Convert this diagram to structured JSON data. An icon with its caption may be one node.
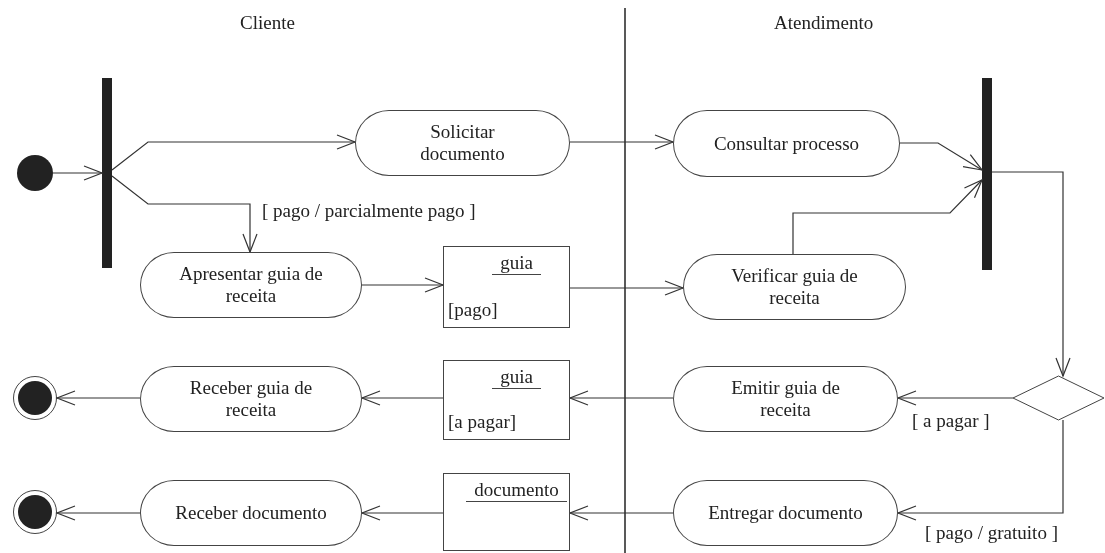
{
  "diagram": {
    "nodes": [
      {
        "text": [],
        "shape": "circle"
      },
      {
        "text": [],
        "shape": "bar"
      },
      {
        "text": [
          "Solicitar documento"
        ]
      },
      {
        "text": [
          "Apresentar guia de receita"
        ]
      },
      {
        "text": [
          "guia",
          "[pago]"
        ]
      },
      {
        "text": [
          "Consultar processo"
        ]
      },
      {
        "text": [
          "Verificar guia de receita"
        ]
      },
      {
        "text": [],
        "shape": "bar"
      },
      {
        "text": [],
        "shape": "diamond"
      },
      {
        "text": [
          "Receber guia de receita"
        ]
      },
      {
        "text": [
          "guia",
          "[a pagar]"
        ]
      },
      {
        "text": [
          "Emitir guia de receita"
        ]
      },
      {
        "text": [],
        "shape": "bullseye"
      },
      {
        "text": [
          "Receber documento"
        ]
      },
      {
        "text": [
          "documento"
        ]
      },
      {
        "text": [
          "Entregar documento"
        ]
      },
      {
        "text": [],
        "shape": "bullseye"
      }
    ],
    "edges": [
      {
        "from": 0,
        "to": 1,
        "arrow": "to"
      },
      {
        "from": 1,
        "to": 2,
        "arrow": "to"
      },
      {
        "from": 1,
        "to": 3,
        "arrow": "to",
        "label": "[ pago / parcialmente pago ]"
      },
      {
        "from": 2,
        "to": 5,
        "arrow": "to"
      },
      {
        "from": 3,
        "to": 4,
        "arrow": "to"
      },
      {
        "from": 4,
        "to": 6,
        "arrow": "to"
      },
      {
        "from": 5,
        "to": 7,
        "arrow": "to"
      },
      {
        "from": 6,
        "to": 7,
        "arrow": "to"
      },
      {
        "from": 7,
        "to": 8,
        "arrow": "to"
      },
      {
        "from": 8,
        "to": 11,
        "arrow": "to",
        "label": "[ a pagar ]"
      },
      {
        "from": 8,
        "to": 15,
        "arrow": "to",
        "label": "[ pago / gratuito ]"
      },
      {
        "from": 11,
        "to": 10,
        "arrow": "to"
      },
      {
        "from": 10,
        "to": 9,
        "arrow": "to"
      },
      {
        "from": 9,
        "to": 12,
        "arrow": "to"
      },
      {
        "from": 15,
        "to": 14,
        "arrow": "to"
      },
      {
        "from": 14,
        "to": 13,
        "arrow": "to"
      },
      {
        "from": 13,
        "to": 16,
        "arrow": "to"
      }
    ],
    "labels": [
      "Cliente",
      "Atendimento"
    ]
  }
}
